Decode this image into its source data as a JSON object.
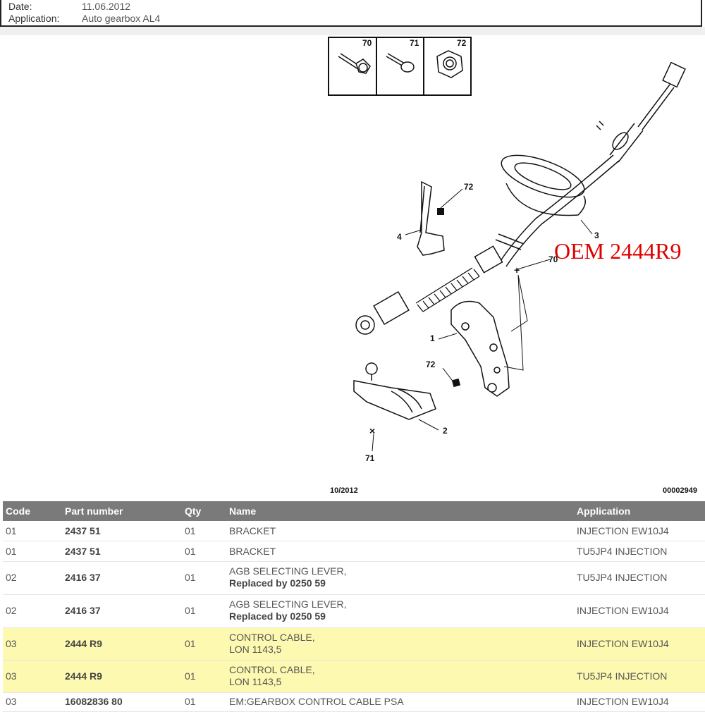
{
  "header": {
    "date_label": "Date:",
    "date_value": "11.06.2012",
    "application_label": "Application:",
    "application_value": "Auto gearbox AL4"
  },
  "diagram": {
    "inset_labels": [
      "70",
      "71",
      "72"
    ],
    "callouts": {
      "c72_top": "72",
      "c4": "4",
      "c3": "3",
      "c70": "70",
      "c1": "1",
      "c72_bottom": "72",
      "c2": "2",
      "c71": "71"
    },
    "overlay_text": "OEM 2444R9",
    "footer_date": "10/2012",
    "footer_code": "00002949"
  },
  "table": {
    "headers": {
      "code": "Code",
      "part_number": "Part number",
      "qty": "Qty",
      "name": "Name",
      "application": "Application"
    },
    "rows": [
      {
        "code": "01",
        "part": "2437 51",
        "qty": "01",
        "name1": "BRACKET",
        "name2": "",
        "app": "INJECTION EW10J4",
        "highlight": false
      },
      {
        "code": "01",
        "part": "2437 51",
        "qty": "01",
        "name1": "BRACKET",
        "name2": "",
        "app": "TU5JP4 INJECTION",
        "highlight": false
      },
      {
        "code": "02",
        "part": "2416 37",
        "qty": "01",
        "name1": "AGB SELECTING LEVER,",
        "name2": "Replaced by 0250 59",
        "app": "TU5JP4 INJECTION",
        "highlight": false
      },
      {
        "code": "02",
        "part": "2416 37",
        "qty": "01",
        "name1": "AGB SELECTING LEVER,",
        "name2": "Replaced by 0250 59",
        "app": "INJECTION EW10J4",
        "highlight": false
      },
      {
        "code": "03",
        "part": "2444 R9",
        "qty": "01",
        "name1": "CONTROL CABLE,",
        "name2": "LON 1143,5",
        "app": "INJECTION EW10J4",
        "highlight": true
      },
      {
        "code": "03",
        "part": "2444 R9",
        "qty": "01",
        "name1": "CONTROL CABLE,",
        "name2": "LON 1143,5",
        "app": "TU5JP4 INJECTION",
        "highlight": true
      },
      {
        "code": "03",
        "part": "16082836 80",
        "qty": "01",
        "name1": "EM:GEARBOX CONTROL CABLE PSA",
        "name2": "",
        "app": "INJECTION EW10J4",
        "highlight": false
      }
    ]
  }
}
